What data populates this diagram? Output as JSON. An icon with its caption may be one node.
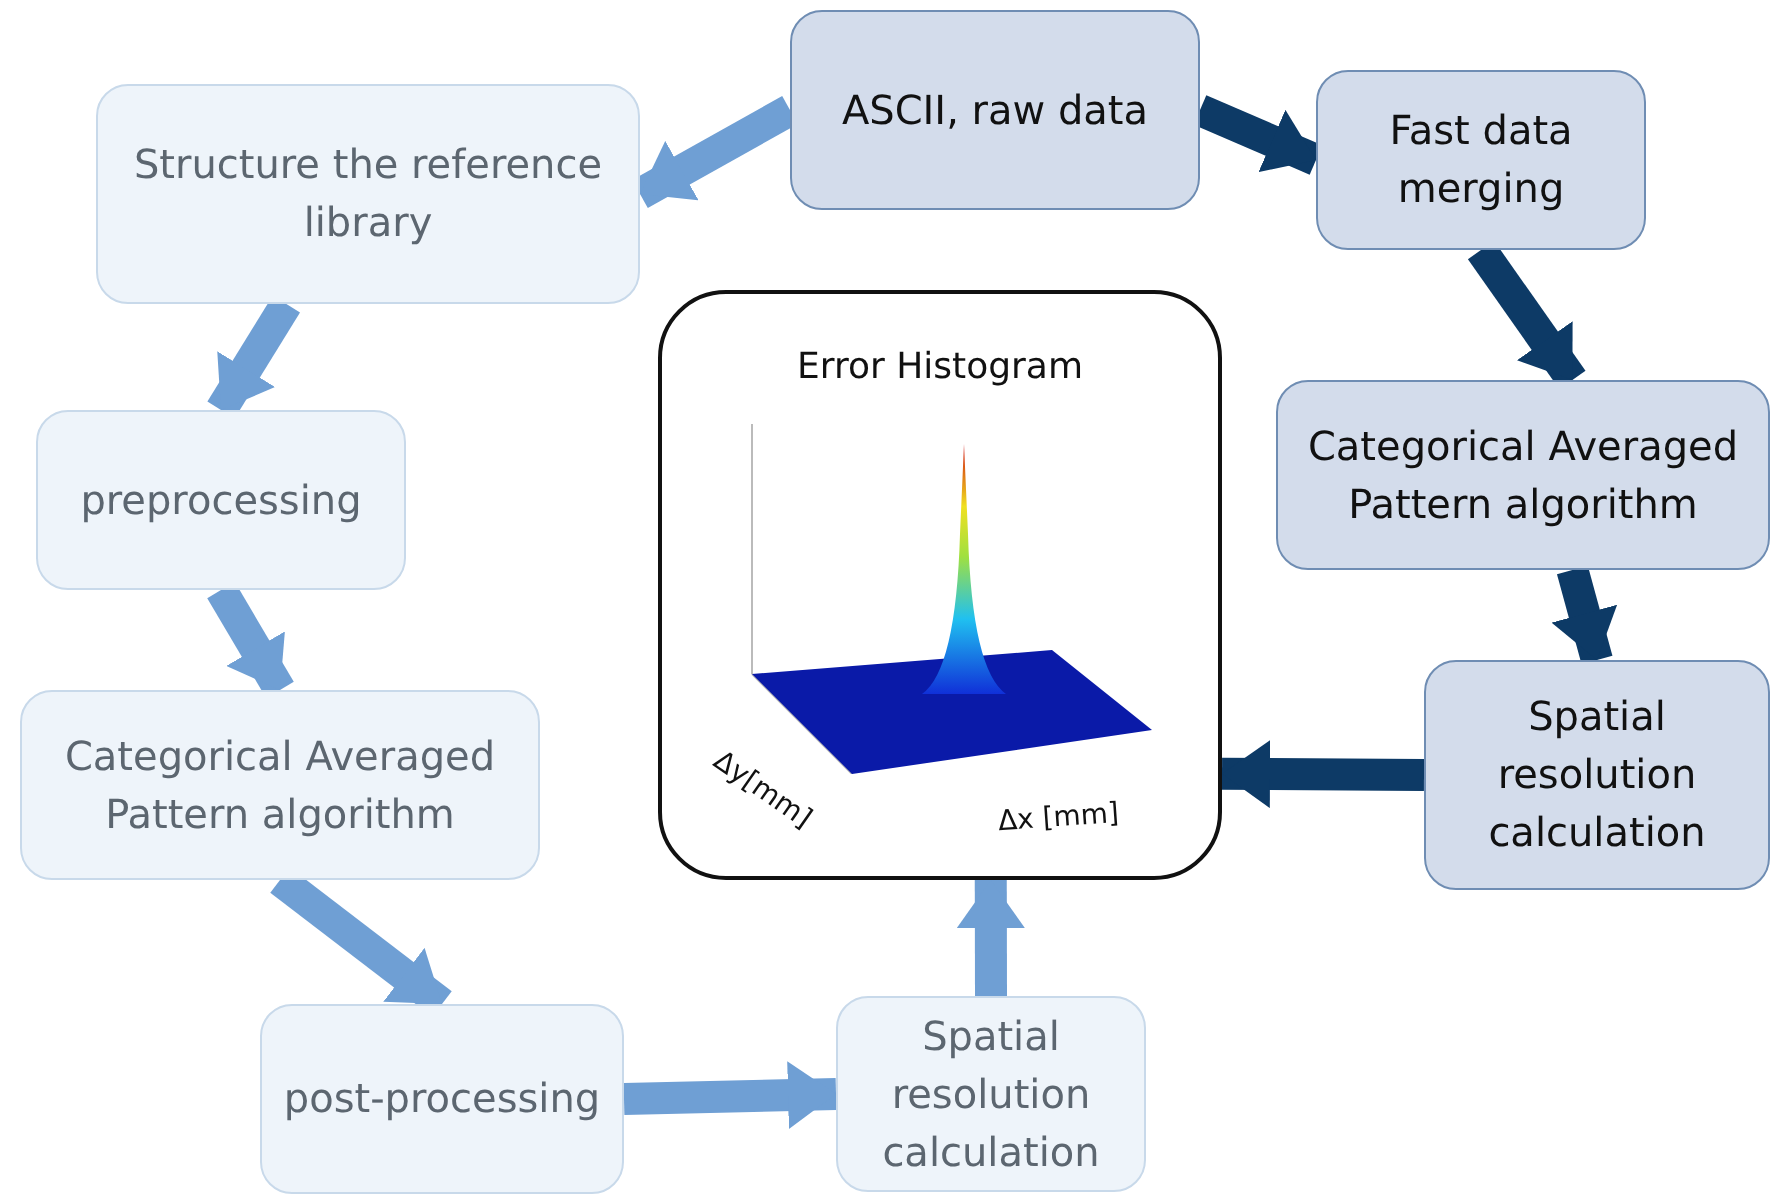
{
  "diagram": {
    "nodes": [
      {
        "text": [
          "ASCII, raw data"
        ]
      },
      {
        "text": [
          "Structure the reference library"
        ]
      },
      {
        "text": [
          "Fast data merging"
        ]
      },
      {
        "text": [
          "Error Histogram"
        ]
      },
      {
        "text": [
          "preprocessing"
        ]
      },
      {
        "text": [
          "Categorical Averaged Pattern algorithm"
        ]
      },
      {
        "text": [
          "Categorical Averaged Pattern algorithm"
        ]
      },
      {
        "text": [
          "Spatial resolution calculation"
        ]
      },
      {
        "text": [
          "post-processing"
        ]
      },
      {
        "text": [
          "Spatial resolution calculation"
        ]
      }
    ],
    "edges": [
      {
        "from": 0,
        "to": 1,
        "arrow": "to"
      },
      {
        "from": 0,
        "to": 2,
        "arrow": "to",
        "color": "#0d3a66"
      },
      {
        "from": 2,
        "to": 5,
        "arrow": "to",
        "color": "#0d3a66"
      },
      {
        "from": 5,
        "to": 7,
        "arrow": "to",
        "color": "#0d3a66"
      },
      {
        "from": 7,
        "to": 3,
        "arrow": "to",
        "color": "#0d3a66"
      },
      {
        "from": 1,
        "to": 4,
        "arrow": "to"
      },
      {
        "from": 4,
        "to": 6,
        "arrow": "to"
      },
      {
        "from": 6,
        "to": 8,
        "arrow": "to"
      },
      {
        "from": 8,
        "to": 9,
        "arrow": "to"
      },
      {
        "from": 9,
        "to": 3,
        "arrow": "to"
      }
    ],
    "labels": [
      "Δy[mm]",
      "Δx [mm]"
    ]
  }
}
